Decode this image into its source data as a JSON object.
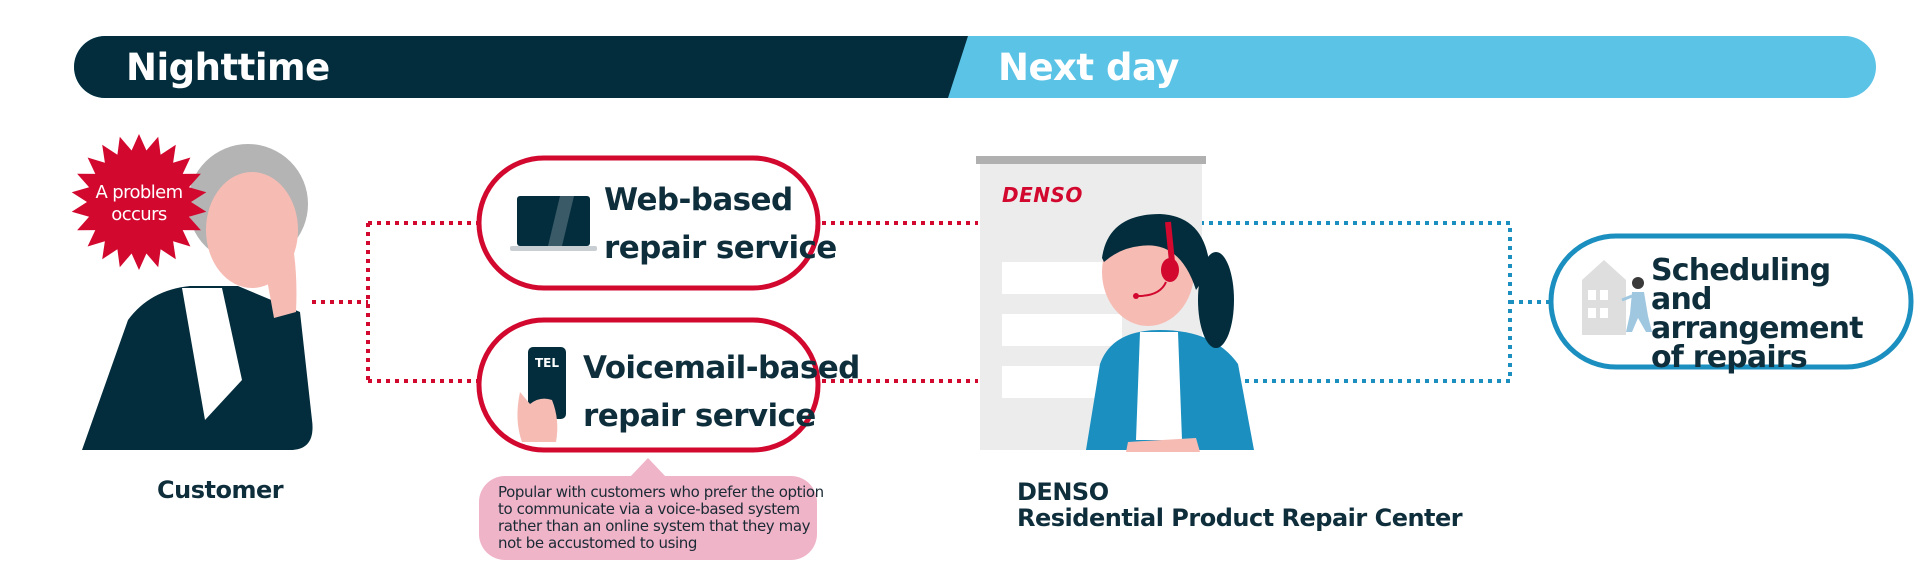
{
  "banner": {
    "nighttime_label": "Nighttime",
    "nextday_label": "Next day",
    "nighttime_color": "#032d3c",
    "nextday_color": "#5bc3e6"
  },
  "customer": {
    "burst_text": "A problem occurs",
    "caption": "Customer"
  },
  "services": {
    "web": {
      "line1": "Web-based",
      "line2": "repair service"
    },
    "voicemail": {
      "line1": "Voicemail-based",
      "line2": "repair service",
      "phone_label": "TEL"
    },
    "note": "Popular with customers who prefer the option to communicate via a voice-based system rather than an online system that they may not be accustomed to using"
  },
  "center": {
    "logo": "DENSO",
    "caption_line1": "DENSO",
    "caption_line2": "Residential Product Repair Center"
  },
  "scheduling": {
    "title": "Scheduling and arrangement of repairs"
  },
  "colors": {
    "accent_red": "#d2082f",
    "accent_blue": "#1b8fbf",
    "navy": "#032d3c",
    "note_pink": "#f0b4c8"
  },
  "icons": [
    "laptop-icon",
    "phone-icon",
    "house-icon",
    "technician-icon",
    "headset-icon"
  ]
}
